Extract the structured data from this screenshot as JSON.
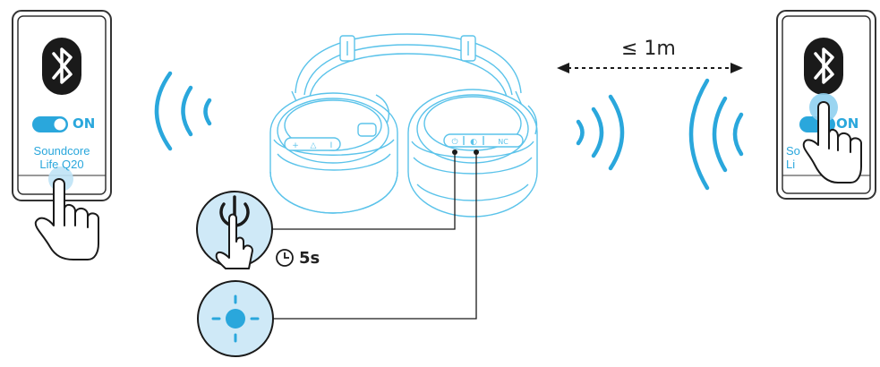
{
  "colors": {
    "accent": "#2aa7dc",
    "accent_light": "#cfe9f7",
    "outline": "#5bc3ea",
    "dark": "#222222"
  },
  "icons": [
    "bluetooth-icon",
    "toggle-switch-icon",
    "hand-pointer-icon",
    "wireless-signal-icon",
    "power-icon",
    "clock-icon",
    "led-indicator-icon",
    "double-arrow-icon"
  ],
  "left_phone": {
    "toggle_label": "ON",
    "device_name_line1": "Soundcore",
    "device_name_line2": "Life Q20"
  },
  "right_phone": {
    "toggle_label": "ON",
    "device_name_line1": "So",
    "device_name_line2": "Li"
  },
  "distance_label": "≤ 1m",
  "power_hold_time": "5s",
  "headphone_buttons": {
    "left_cup": [
      "+",
      "△",
      "I"
    ],
    "right_cup": [
      "⏻",
      "◐",
      "NC"
    ]
  }
}
